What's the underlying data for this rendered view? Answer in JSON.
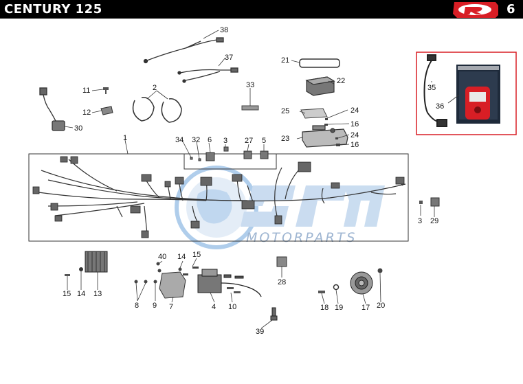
{
  "header": {
    "title": "CENTURY 125",
    "page": "6"
  },
  "watermark": {
    "brand": "MOTORPARTS"
  },
  "callouts": [
    "38",
    "37",
    "21",
    "22",
    "2",
    "11",
    "12",
    "30",
    "33",
    "25",
    "24",
    "16",
    "23",
    "24",
    "16",
    "1",
    "34",
    "32",
    "6",
    "3",
    "27",
    "5",
    "35",
    "36",
    "3",
    "29",
    "40",
    "14",
    "15",
    "15",
    "14",
    "13",
    "8",
    "9",
    "7",
    "4",
    "10",
    "28",
    "18",
    "19",
    "17",
    "20",
    "39"
  ],
  "colors": {
    "header": "#000000",
    "logo_red": "#d81e25",
    "inset_border": "#d81e25",
    "watermark_blue": "#6fa6dc"
  }
}
